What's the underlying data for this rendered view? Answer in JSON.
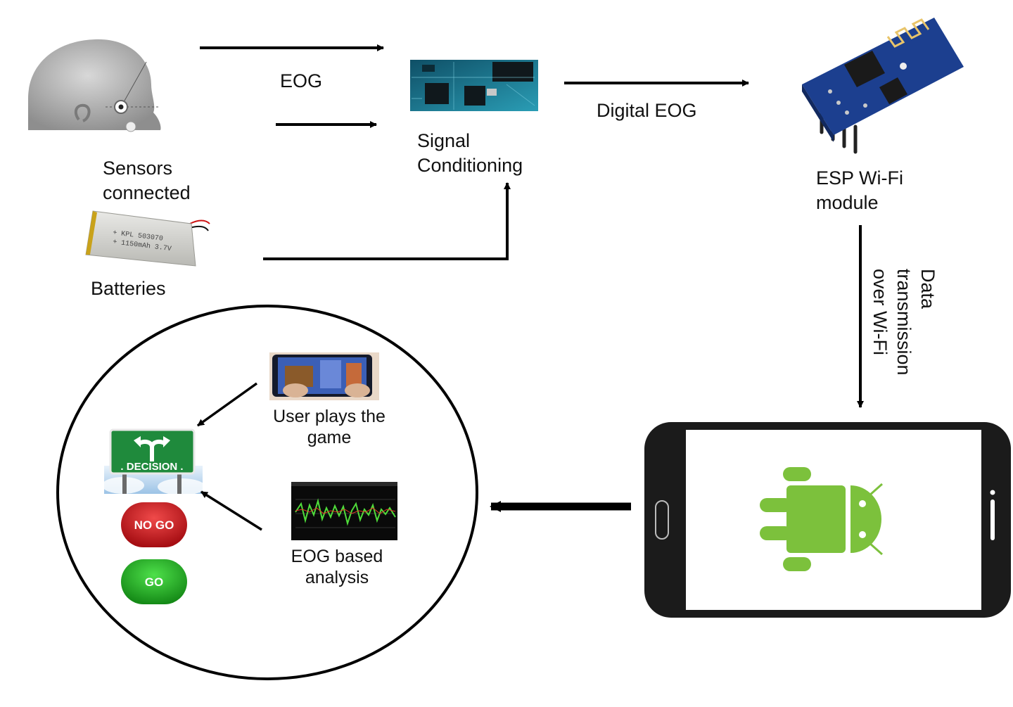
{
  "labels": {
    "eog": "EOG",
    "signal_conditioning": [
      "Signal",
      "Conditioning"
    ],
    "digital_eog": "Digital EOG",
    "esp_module": [
      "ESP Wi-Fi",
      "module"
    ],
    "sensors": [
      "Sensors",
      "connected"
    ],
    "batteries": "Batteries",
    "data_transmission": [
      "Data",
      "transmission",
      "over Wi-Fi"
    ],
    "user_plays": [
      "User plays the",
      "game"
    ],
    "eog_analysis": [
      "EOG based",
      "analysis"
    ]
  },
  "signs": {
    "decision": ". DECISION .",
    "no_go": "NO GO",
    "go": "GO"
  },
  "battery_text": [
    "KPL 503070",
    "1150mAh 3.7V"
  ],
  "colors": {
    "arrow": "#000000",
    "android_green": "#7cc13c",
    "no_go_red": "#c8141c",
    "go_green": "#22a824",
    "sign_green": "#1f8a3c",
    "pcb_blue": "#1a6f86",
    "esp_blue": "#1c3f8f"
  }
}
